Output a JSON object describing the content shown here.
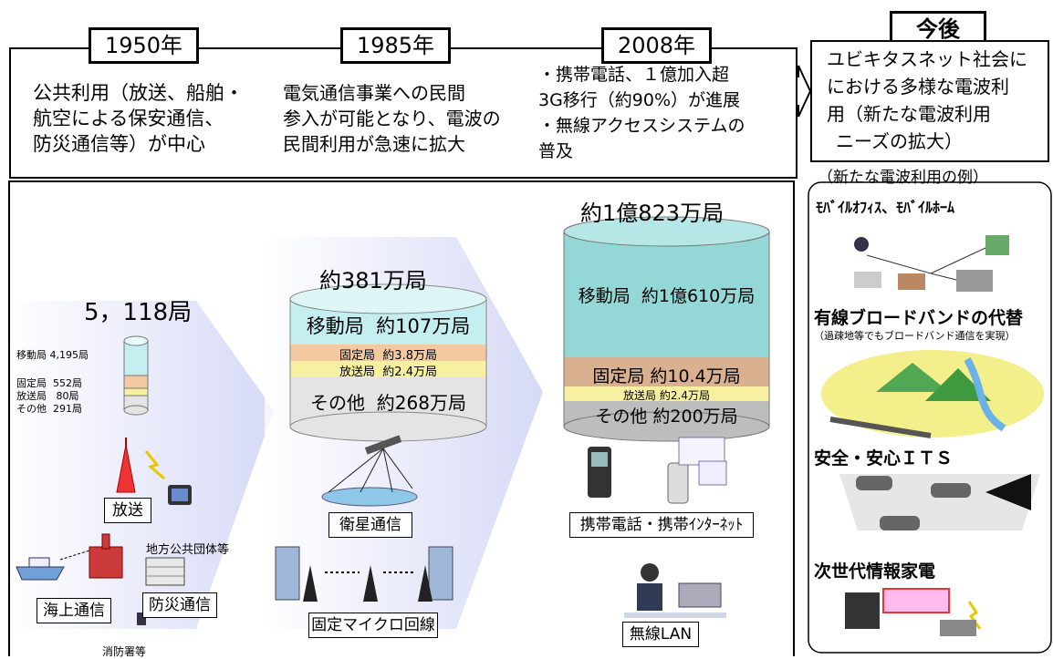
{
  "periods": [
    {
      "year": "1950年",
      "lines": [
        "公共利用（放送、船舶・",
        "航空による保安通信、",
        "防災通信等）が中心"
      ]
    },
    {
      "year": "1985年",
      "lines": [
        "電気通信事業への民間",
        "参入が可能となり、電波の",
        "民間利用が急速に拡大"
      ]
    },
    {
      "year": "2008年",
      "lines": [
        "・携帯電話、１億加入超",
        "3G移行（約90%）が進展",
        "・無線アクセスシステムの",
        "普及"
      ]
    }
  ],
  "future": {
    "tag": "今後",
    "lines": [
      "ユビキタスネット社会に",
      "における多様な電波利",
      "用（新たな電波利用",
      "ニーズの拡大）"
    ]
  },
  "examples_header": "（新たな電波利用の例）",
  "examples": [
    {
      "title": "ﾓﾊﾞｲﾙｵﾌｨｽ、ﾓﾊﾞｲﾙﾎｰﾑ"
    },
    {
      "title": "有線ブロードバンドの代替",
      "subtitle": "（過疎地等でもブロードバンド通信を実現）"
    },
    {
      "title": "安全・安心ＩＴＳ"
    },
    {
      "title": "次世代情報家電"
    }
  ],
  "y1950": {
    "total": "5，118局",
    "breakdown": [
      {
        "name": "移動局",
        "value": "4,195局"
      },
      {
        "name": "固定局",
        "value": "552局"
      },
      {
        "name": "放送局",
        "value": "80局"
      },
      {
        "name": "その他",
        "value": "291局"
      }
    ],
    "labels": {
      "broadcast": "放送",
      "maritime": "海上通信",
      "disaster": "防災通信",
      "local_gov": "地方公共団体等",
      "fire": "消防署等"
    }
  },
  "y1985": {
    "total": "約381万局",
    "segments": [
      {
        "name": "移動局",
        "value": "約107万局"
      },
      {
        "name": "固定局",
        "value": "約3.8万局"
      },
      {
        "name": "放送局",
        "value": "約2.4万局"
      },
      {
        "name": "その他",
        "value": "約268万局"
      }
    ],
    "labels": {
      "satellite": "衛星通信",
      "microwave": "固定マイクロ回線"
    }
  },
  "y2008": {
    "total": "約1億823万局",
    "segments": [
      {
        "name": "移動局",
        "value": "約1億610万局"
      },
      {
        "name": "固定局",
        "value": "約10.4万局"
      },
      {
        "name": "放送局",
        "value": "約2.4万局"
      },
      {
        "name": "その他",
        "value": "約200万局"
      }
    ],
    "labels": {
      "mobile": "携帯電話・携帯ｲﾝﾀｰﾈｯﾄ",
      "wlan": "無線LAN"
    }
  },
  "colors": {
    "mobile": "#c5eef0",
    "fixed": "#f2c9a0",
    "broadcast": "#f7f0a0",
    "other": "#e4e4e4",
    "mobile2008": "#93d8d6",
    "fixed2008": "#d9b090",
    "other2008": "#bdbdbd",
    "arrow": "#d9dcf7"
  }
}
